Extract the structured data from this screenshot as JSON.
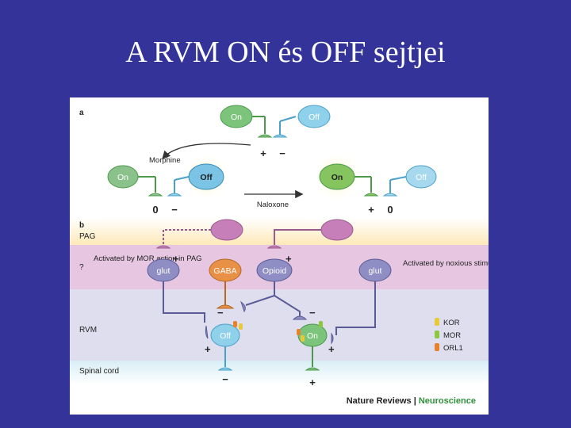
{
  "slide": {
    "title": "A RVM ON és OFF sejtjei"
  },
  "figure": {
    "panel_a": {
      "label": "a",
      "top_on": "On",
      "top_off": "Off",
      "top_plus": "+",
      "top_minus": "−",
      "morphine": "Morphine",
      "naloxone": "Naloxone",
      "left_on": "On",
      "left_off": "Off",
      "left_zero": "0",
      "left_minus": "−",
      "right_on": "On",
      "right_off": "Off",
      "right_plus": "+",
      "right_zero": "0"
    },
    "panel_b": {
      "label": "b",
      "band_pag": "PAG",
      "band_question": "?",
      "band_rvm": "RVM",
      "band_spinal": "Spinal cord",
      "mor_note": "Activated by MOR action in PAG",
      "noxious_note": "Activated by noxious stimulation",
      "glut_left": "glut",
      "gaba": "GABA",
      "opioid": "Opioid",
      "glut_right": "glut",
      "off_cell": "Off",
      "on_cell": "On",
      "plus": "+",
      "minus": "−"
    },
    "legend": [
      {
        "label": "KOR",
        "color": "#e8c93a"
      },
      {
        "label": "MOR",
        "color": "#8dc63f"
      },
      {
        "label": "ORL1",
        "color": "#e8822a"
      }
    ],
    "credit_left": "Nature Reviews",
    "credit_sep": " | ",
    "credit_right": "Neuroscience"
  }
}
